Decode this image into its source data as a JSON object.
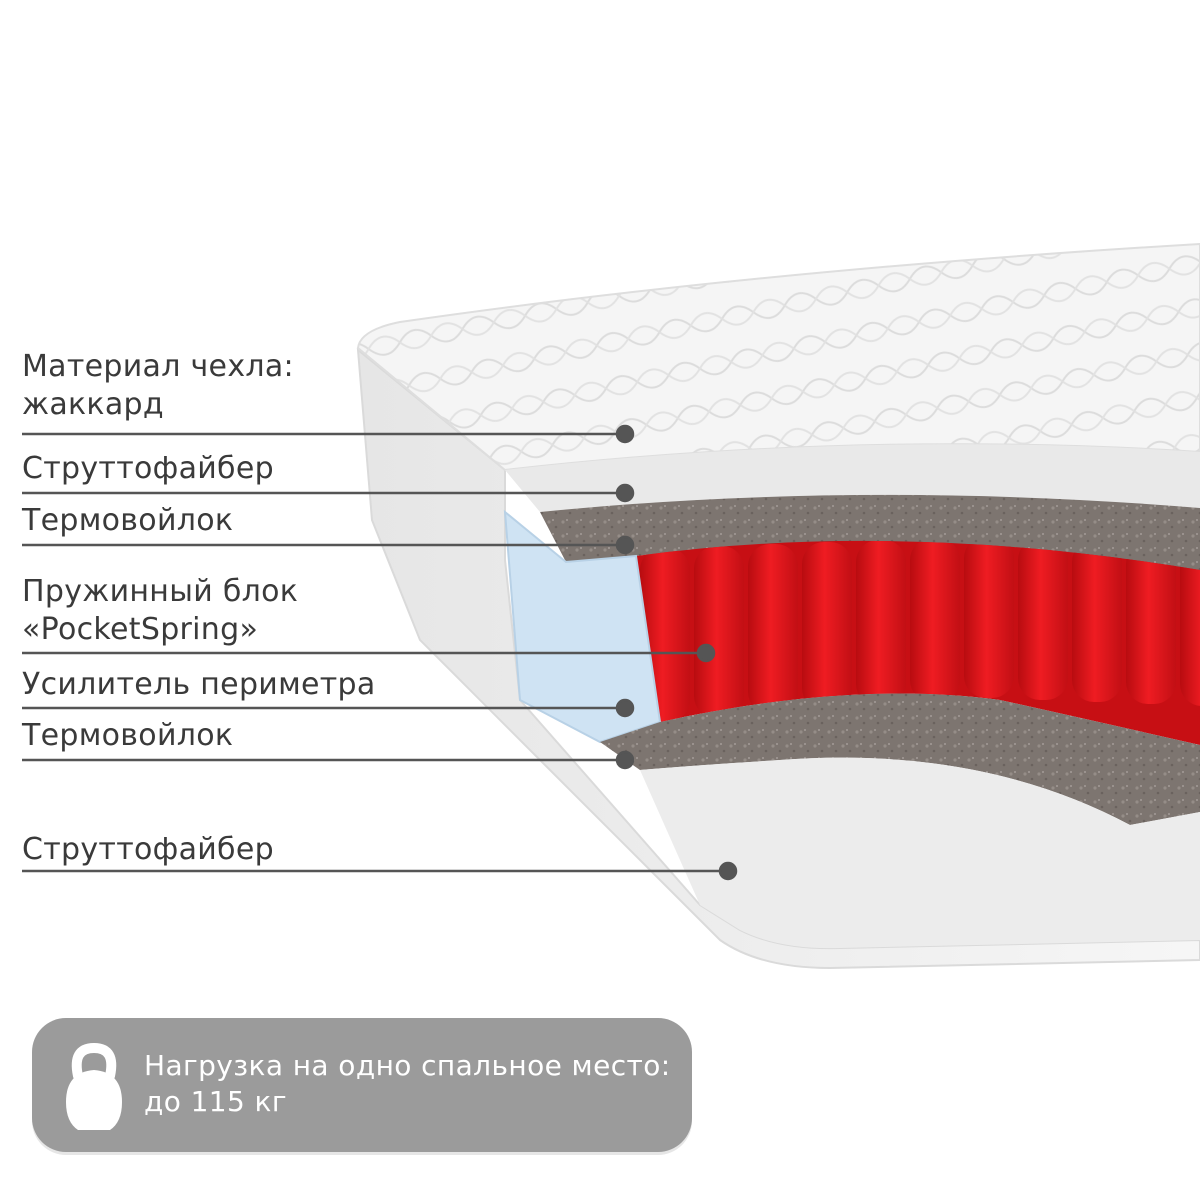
{
  "layers": [
    {
      "line1": "Материал чехла:",
      "line2": "жаккард"
    },
    {
      "line1": "Струттофайбер"
    },
    {
      "line1": "Термовойлок"
    },
    {
      "line1": "Пружинный блок",
      "line2": "«PocketSpring»"
    },
    {
      "line1": "Усилитель периметра"
    },
    {
      "line1": "Термовойлок"
    },
    {
      "line1": "Струттофайбер"
    }
  ],
  "load": {
    "icon": "kettlebell-icon",
    "line1": "Нагрузка на одно спальное место:",
    "line2": "до 115 кг"
  },
  "colors": {
    "spring": "#e8141a",
    "felt": "#7d7570",
    "foam": "#ededed",
    "reinforcement": "#cfe3f3",
    "cover": "#f4f4f4",
    "badge": "#9b9b9b",
    "leader": "#555555"
  }
}
